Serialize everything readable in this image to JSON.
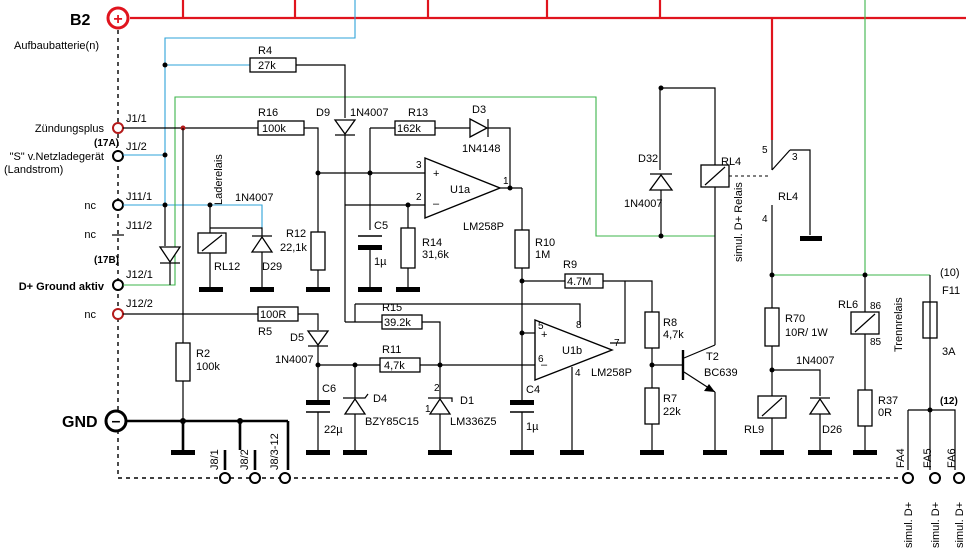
{
  "supply": {
    "b2_label": "B2",
    "plus_symbol": "+",
    "subtitle": "Aufbaubatterie(n)",
    "gnd_label": "GND",
    "minus_symbol": "–"
  },
  "connectors": {
    "j1_1": {
      "label": "J1/1",
      "desc": "Zündungsplus"
    },
    "note_17a": "(17A)",
    "j1_2": {
      "label": "J1/2",
      "desc_line1": "\"S\" v.Netzladegerät",
      "desc_line2": "(Landstrom)"
    },
    "j11_1": {
      "label": "J11/1",
      "desc": "nc"
    },
    "j11_2": {
      "label": "J11/2",
      "desc": "nc"
    },
    "note_17b": "(17B)",
    "j12_1": {
      "label": "J12/1",
      "desc": "D+ Ground aktiv"
    },
    "j12_2": {
      "label": "J12/2",
      "desc": "nc"
    },
    "j8_1": "J8/1",
    "j8_2": "J8/2",
    "j8_3": "J8/3-12",
    "fa4": "FA4",
    "fa5": "FA5",
    "fa6": "FA6",
    "simul": "simul. D+"
  },
  "components": {
    "r4": {
      "name": "R4",
      "value": "27k"
    },
    "r16": {
      "name": "R16",
      "value": "100k"
    },
    "r13": {
      "name": "R13",
      "value": "162k"
    },
    "r12": {
      "name": "R12",
      "value": "22,1k"
    },
    "r14": {
      "name": "R14",
      "value": "31,6k"
    },
    "r10": {
      "name": "R10",
      "value": "1M"
    },
    "r9": {
      "name": "R9",
      "value": "4.7M"
    },
    "r8": {
      "name": "R8",
      "value": "4,7k"
    },
    "r7": {
      "name": "R7",
      "value": "22k"
    },
    "r15": {
      "name": "R15",
      "value": "39.2k"
    },
    "r11": {
      "name": "R11",
      "value": "4,7k"
    },
    "r5": {
      "name": "R5",
      "value": "100R"
    },
    "r2": {
      "name": "R2",
      "value": "100k"
    },
    "r70": {
      "name": "R70",
      "value": "10R/ 1W"
    },
    "r37": {
      "name": "R37",
      "value": "0R"
    },
    "d9": {
      "name": "D9",
      "value": "1N4007"
    },
    "d3": {
      "name": "D3",
      "value": "1N4148"
    },
    "d32": {
      "name": "D32",
      "value": "1N4007"
    },
    "d29": {
      "name": "D29",
      "value": "1N4007"
    },
    "d5": {
      "name": "D5",
      "value": "1N4007"
    },
    "d4": {
      "name": "D4",
      "value": "BZY85C15"
    },
    "d1": {
      "name": "D1",
      "value": "LM336Z5"
    },
    "d26": {
      "name": "D26",
      "value": "1N4007"
    },
    "c5": {
      "name": "C5",
      "value": "1µ"
    },
    "c6": {
      "name": "C6",
      "value": "22µ"
    },
    "c4": {
      "name": "C4",
      "value": "1µ"
    },
    "u1a": {
      "name": "U1a",
      "value": "LM258P"
    },
    "u1b": {
      "name": "U1b",
      "value": "LM258P"
    },
    "t2": {
      "name": "T2",
      "value": "BC639"
    },
    "rl4": {
      "name": "RL4",
      "coil_note": "simul. D+ Relais"
    },
    "rl12": {
      "name": "RL12",
      "note": "Laderelais"
    },
    "rl9": {
      "name": "RL9"
    },
    "rl6": {
      "name": "RL6",
      "note": "Trennrelais",
      "pin86": "86",
      "pin85": "85"
    },
    "f11": {
      "name": "F11",
      "value": "3A",
      "note_top": "(10)",
      "note_bottom": "(12)"
    }
  },
  "pins": {
    "p3": "3",
    "p2": "2",
    "p1": "1",
    "p5": "5",
    "p6": "6",
    "p7": "7",
    "p8": "8",
    "p4": "4",
    "opa_plus": "+",
    "opa_minus": "–",
    "rl4_5": "5",
    "rl4_3": "3",
    "rl4_4": "4",
    "d1_1": "1",
    "d1_2": "2"
  },
  "colors": {
    "supply_rail": "#e0141e",
    "blue_net": "#2ea3d8",
    "green_net": "#3cb44b"
  }
}
